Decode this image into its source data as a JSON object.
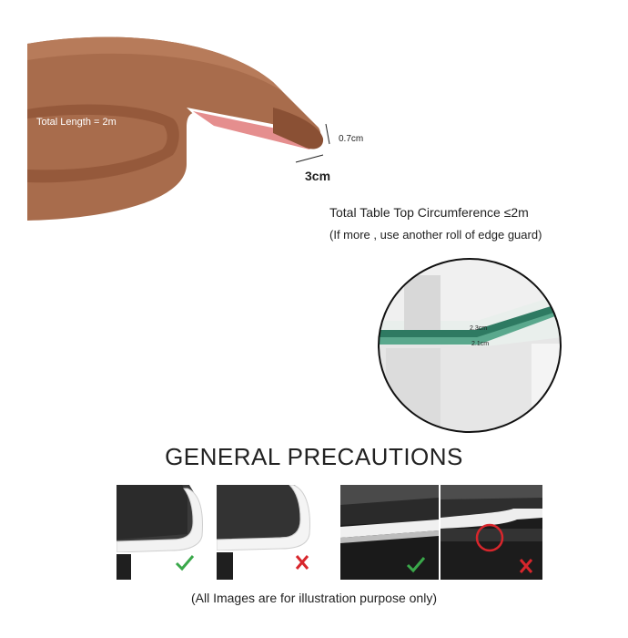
{
  "roll": {
    "total_length_label": "Total Length = 2m",
    "depth_label": "0.7cm",
    "width_label": "3cm"
  },
  "circumference": {
    "line1": "Total Table Top Circumference  ≤2m",
    "line2": "(If more , use another roll of edge guard)"
  },
  "magnifier": {
    "top_label": "2.3cm",
    "side_label": "2.1cm"
  },
  "precautions": {
    "title": "GENERAL PRECAUTIONS",
    "panels": [
      {
        "status": "correct",
        "icon": "check-icon"
      },
      {
        "status": "wrong",
        "icon": "cross-icon"
      },
      {
        "status": "correct",
        "icon": "check-icon"
      },
      {
        "status": "wrong",
        "icon": "cross-icon"
      }
    ],
    "disclaimer": "(All Images are for illustration purpose only)"
  },
  "colors": {
    "edge_guard_brown": "#a86c4c",
    "check_green": "#3aa84a",
    "cross_red": "#d8262c",
    "glass_green": "#2e7a62"
  }
}
